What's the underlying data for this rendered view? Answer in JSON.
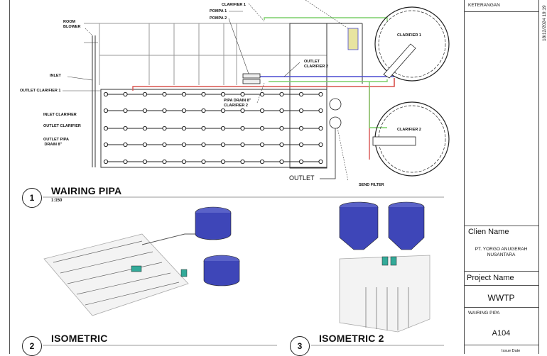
{
  "plan": {
    "labels": {
      "room_blower": "ROOM\nBLOWER",
      "inlet": "INLET",
      "outlet_clarifier_1": "OUTLET CLARIFIER 1",
      "inlet_clarifier": "INLET CLARIFIER",
      "outlet_clarifier": "OUTLET CLARIFIER",
      "outlet_pipa_drain": "OUTLET PIPA\n DRAIN 8\"",
      "clarifier_1_top": "CLARIFIER 1",
      "pompa_1": "POMPA 1",
      "pompa_2": "POMPA 2",
      "outlet_clarifier_2": "OUTLET\nCLARIFIER 2",
      "pipa_drain_clarifier_2": "PIPA DRAIN 8\"\nCLARIFIER 2",
      "clarifier_1": "CLARIFIER 1",
      "clarifier_2": "CLARIFIER 2",
      "outlet": "OUTLET",
      "send_filter": "SEND FILTER"
    },
    "pipe_colors": {
      "red": "#d9534f",
      "green": "#7ccf6a",
      "blue": "#4a4ad0"
    }
  },
  "views": [
    {
      "number": "1",
      "title": "WAIRING PIPA",
      "scale": "1:150"
    },
    {
      "number": "2",
      "title": "ISOMETRIC"
    },
    {
      "number": "3",
      "title": "ISOMETRIC 2"
    }
  ],
  "title_block": {
    "keterangan": "KETERANGAN",
    "client_label": "Clien Name",
    "client_name_1": "PT. YORGO ANUGERAH",
    "client_name_2": "NUSANTARA",
    "project_label": "Project Name",
    "project_name": "WWTP",
    "sheet_title": "WAIRING PIPA",
    "sheet_number": "A104",
    "issue_date_label": "Issue Date",
    "timestamp": "18/12/2024 19:19"
  },
  "colors": {
    "tank_blue": "#3e46b8",
    "line": "#222222"
  }
}
